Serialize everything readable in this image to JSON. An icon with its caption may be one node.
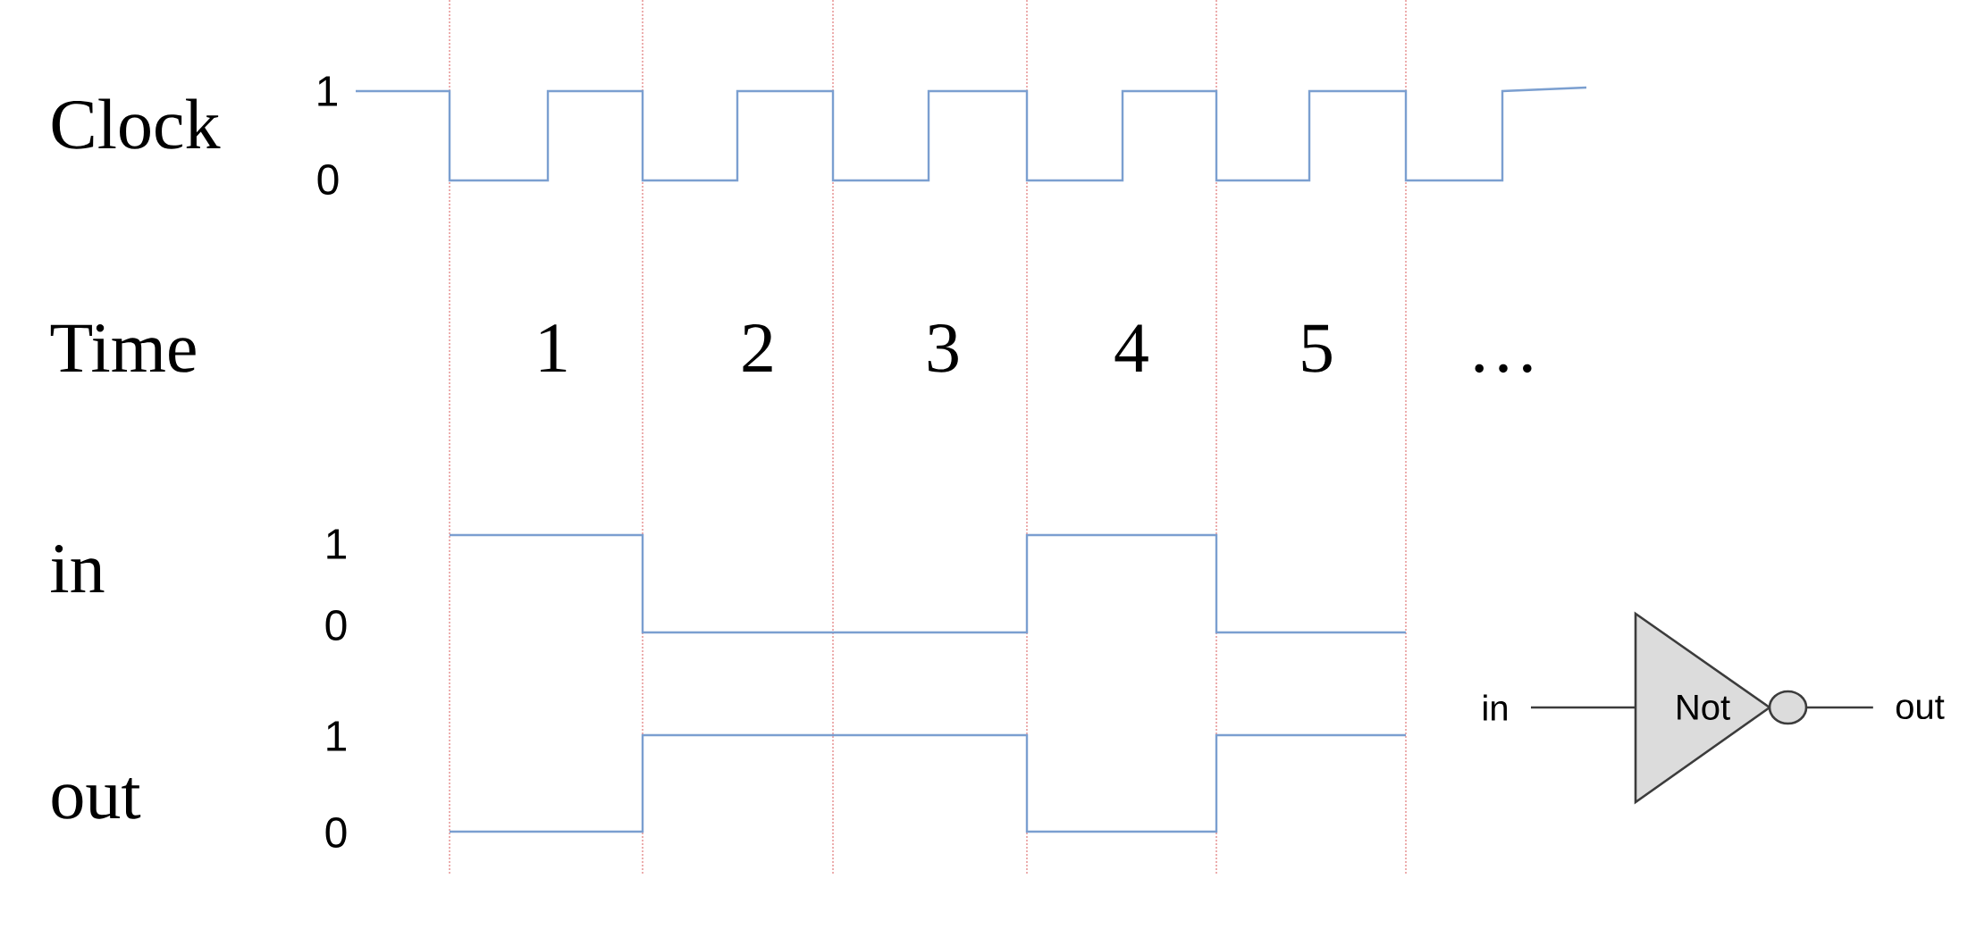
{
  "diagram": {
    "nodes": [
      {
        "text": [
          "in"
        ]
      },
      {
        "text": [
          "Not"
        ]
      },
      {
        "text": [
          "out"
        ]
      }
    ],
    "edges": [
      {
        "from": 0,
        "to": 1,
        "arrow": "none"
      },
      {
        "from": 1,
        "to": 2,
        "arrow": "none"
      }
    ],
    "labels": [
      "Clock",
      "1",
      "0",
      "Time",
      "1",
      "2",
      "3",
      "4",
      "5",
      "…",
      "in",
      "1",
      "0",
      "1",
      "out",
      "0"
    ]
  }
}
